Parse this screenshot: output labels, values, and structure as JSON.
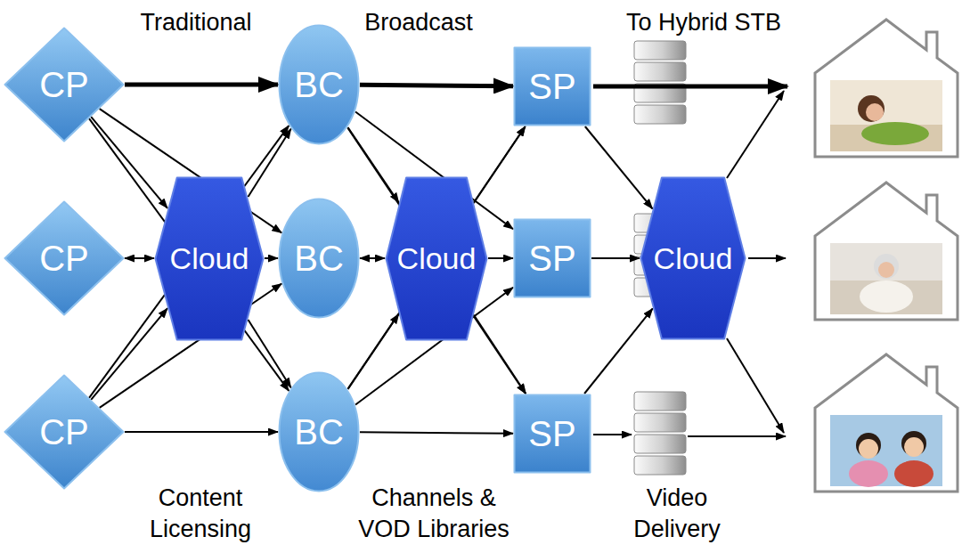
{
  "diagram": {
    "nodes": [
      {
        "text": [
          "CP"
        ]
      },
      {
        "text": [
          "CP"
        ]
      },
      {
        "text": [
          "CP"
        ]
      },
      {
        "text": [
          "Cloud"
        ]
      },
      {
        "text": [
          "BC"
        ]
      },
      {
        "text": [
          "BC"
        ]
      },
      {
        "text": [
          "BC"
        ]
      },
      {
        "text": [
          "Cloud"
        ]
      },
      {
        "text": [
          "SP"
        ]
      },
      {
        "text": [
          "SP"
        ]
      },
      {
        "text": [
          "SP"
        ]
      },
      {
        "text": [
          "Cloud"
        ]
      }
    ],
    "edges": [
      {
        "from": 0,
        "to": 4,
        "arrow": "to"
      },
      {
        "from": 0,
        "to": 3,
        "arrow": "to"
      },
      {
        "from": 0,
        "to": 5,
        "arrow": "to"
      },
      {
        "from": 0,
        "to": 6,
        "arrow": "to"
      },
      {
        "from": 1,
        "to": 3,
        "arrow": "both"
      },
      {
        "from": 2,
        "to": 6,
        "arrow": "to"
      },
      {
        "from": 2,
        "to": 3,
        "arrow": "to"
      },
      {
        "from": 2,
        "to": 4,
        "arrow": "to"
      },
      {
        "from": 2,
        "to": 5,
        "arrow": "to"
      },
      {
        "from": 3,
        "to": 4,
        "arrow": "to"
      },
      {
        "from": 3,
        "to": 5,
        "arrow": "to"
      },
      {
        "from": 3,
        "to": 6,
        "arrow": "to"
      },
      {
        "from": 4,
        "to": 8,
        "arrow": "to"
      },
      {
        "from": 4,
        "to": 7,
        "arrow": "to"
      },
      {
        "from": 4,
        "to": 9,
        "arrow": "to"
      },
      {
        "from": 4,
        "to": 10,
        "arrow": "to"
      },
      {
        "from": 5,
        "to": 7,
        "arrow": "both"
      },
      {
        "from": 6,
        "to": 10,
        "arrow": "to"
      },
      {
        "from": 6,
        "to": 7,
        "arrow": "to"
      },
      {
        "from": 6,
        "to": 8,
        "arrow": "to"
      },
      {
        "from": 6,
        "to": 9,
        "arrow": "to"
      },
      {
        "from": 7,
        "to": 8,
        "arrow": "to"
      },
      {
        "from": 7,
        "to": 9,
        "arrow": "to"
      },
      {
        "from": 7,
        "to": 10,
        "arrow": "to"
      },
      {
        "from": 8,
        "to": 11,
        "arrow": "to"
      },
      {
        "from": 9,
        "to": 11,
        "arrow": "to"
      },
      {
        "from": 10,
        "to": 11,
        "arrow": "to"
      }
    ],
    "labels": [
      "Traditional",
      "Broadcast",
      "To Hybrid STB",
      "Content Licensing",
      "Channels & VOD Libraries",
      "Video Delivery"
    ]
  }
}
